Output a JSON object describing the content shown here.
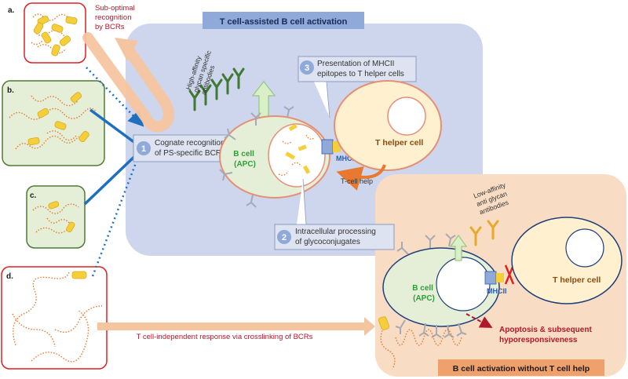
{
  "panels": {
    "a": {
      "letter": "a."
    },
    "b": {
      "letter": "b."
    },
    "c": {
      "letter": "c."
    },
    "d": {
      "letter": "d."
    }
  },
  "suboptimal": [
    "Sub-optimal",
    "recognition",
    "by BCRs"
  ],
  "tcell_assisted": {
    "title": "T cell-assisted B cell activation",
    "step1": {
      "num": "1",
      "lines": [
        "Cognate recognition",
        "of PS-specific BCRs"
      ]
    },
    "step2": {
      "num": "2",
      "lines": [
        "Intracellular processing",
        "of glycoconjugates"
      ]
    },
    "step3": {
      "num": "3",
      "lines": [
        "Presentation of MHCII",
        "epitopes to T helper cells"
      ]
    },
    "high_affinity": [
      "High-affinity",
      "glycan specific",
      "antibodies"
    ],
    "bcell": [
      "B cell",
      "(APC)"
    ],
    "mhcii": "MHCII",
    "thelper": "T helper cell",
    "tcell_help": "T-cell help"
  },
  "independent": {
    "title": "B cell activation without T cell help",
    "crosslinking": "T cell-independent response via crosslinking of BCRs",
    "low_affinity": [
      "Low-affinity",
      "anti glycan",
      "antibodies"
    ],
    "bcell": [
      "B cell",
      "(APC)"
    ],
    "mhcii": "MHCII",
    "thelper": "T helper cell",
    "apoptosis": [
      "Apoptosis & subsequent",
      "hyporesponsiveness"
    ]
  },
  "colors": {
    "blue_bg": "#cdd6ec",
    "orange_bg": "#f9dcc4",
    "title_blue": "#8fa9d9",
    "green_bg": "#e5efd8",
    "green_border": "#4e7a35",
    "red_border": "#e02020",
    "dark_red": "#b2182b",
    "blue_arrow": "#1f6fbf",
    "bcell_green": "#2f9e3a",
    "mhcii_blue": "#2d5cae",
    "thelper_brown": "#8a4a10",
    "orange": "#e8792f",
    "yellow": "#f5cf3a"
  }
}
